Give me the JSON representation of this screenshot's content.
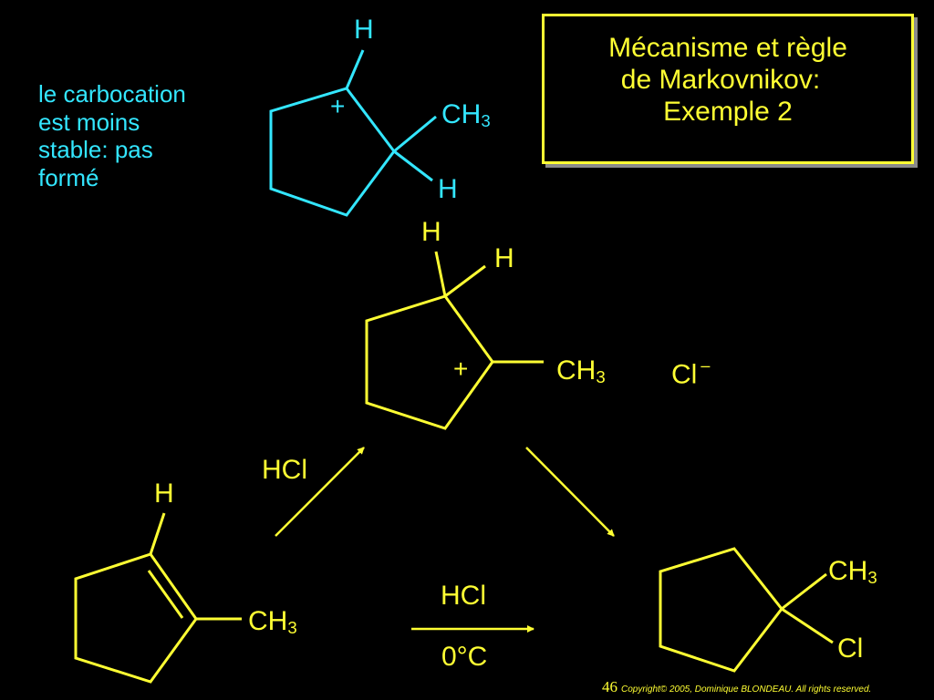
{
  "title": {
    "line1": "Mécanisme et règle",
    "line2": "de Markovnikov:",
    "line3": "Exemple 2"
  },
  "note": {
    "line1": "le carbocation",
    "line2": "est moins",
    "line3": "stable:  pas",
    "line4": "formé"
  },
  "top_structure": {
    "h_top": "H",
    "plus": "+",
    "ch3": "CH",
    "ch3_sub": "3",
    "h_bottom": "H"
  },
  "middle_structure": {
    "h1": "H",
    "h2": "H",
    "plus": "+",
    "ch3": "CH",
    "ch3_sub": "3",
    "chloride": "Cl",
    "chloride_charge": "–"
  },
  "reactant": {
    "h": "H",
    "ch3": "CH",
    "ch3_sub": "3"
  },
  "reagent_diagonal": "HCl",
  "reaction_arrow": {
    "above": "HCl",
    "below": "0°C"
  },
  "product": {
    "ch3": "CH",
    "ch3_sub": "3",
    "cl": "Cl"
  },
  "footer": {
    "page_number": "46",
    "copyright": "Copyright© 2005, Dominique BLONDEAU. All rights reserved."
  },
  "colors": {
    "yellow": "#ffff33",
    "cyan": "#33e6ff",
    "background": "#000000",
    "shadow": "#8a8a8a"
  }
}
